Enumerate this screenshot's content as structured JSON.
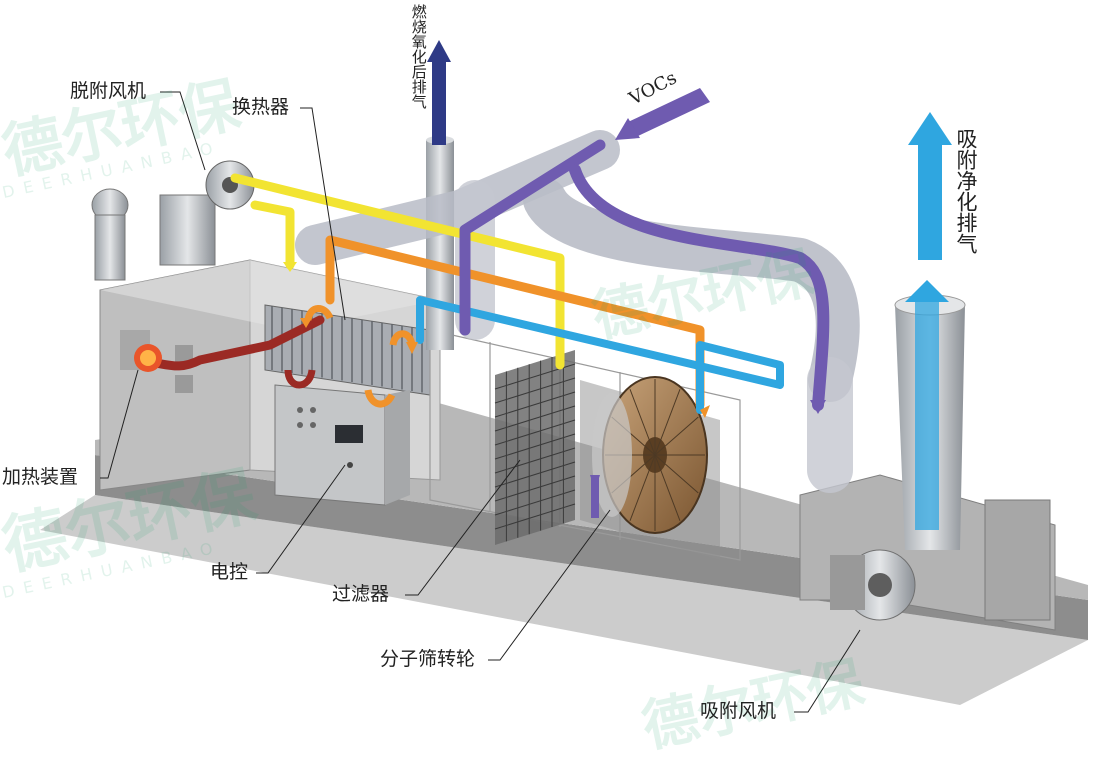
{
  "labels": {
    "desorption_fan": "脱附风机",
    "heat_exchanger": "换热器",
    "heater": "加热装置",
    "control": "电控",
    "filter": "过滤器",
    "rotor": "分子筛转轮",
    "adsorption_fan": "吸附风机",
    "vocs": "VOCs",
    "exhaust_combustion": "燃烧氧化后排气",
    "exhaust_clean": "吸附净化排气"
  },
  "watermark": {
    "brand": "德尔环保",
    "latin": "DEERHUANBAO"
  },
  "colors": {
    "yellow_flow": "#f2e432",
    "orange_flow": "#f0922a",
    "blue_flow": "#2fa6e0",
    "purple_flow": "#6f5bb0",
    "navy_arrow": "#2e3a86",
    "red_flow": "#9b2a24",
    "watermark": "#1aa06a"
  }
}
